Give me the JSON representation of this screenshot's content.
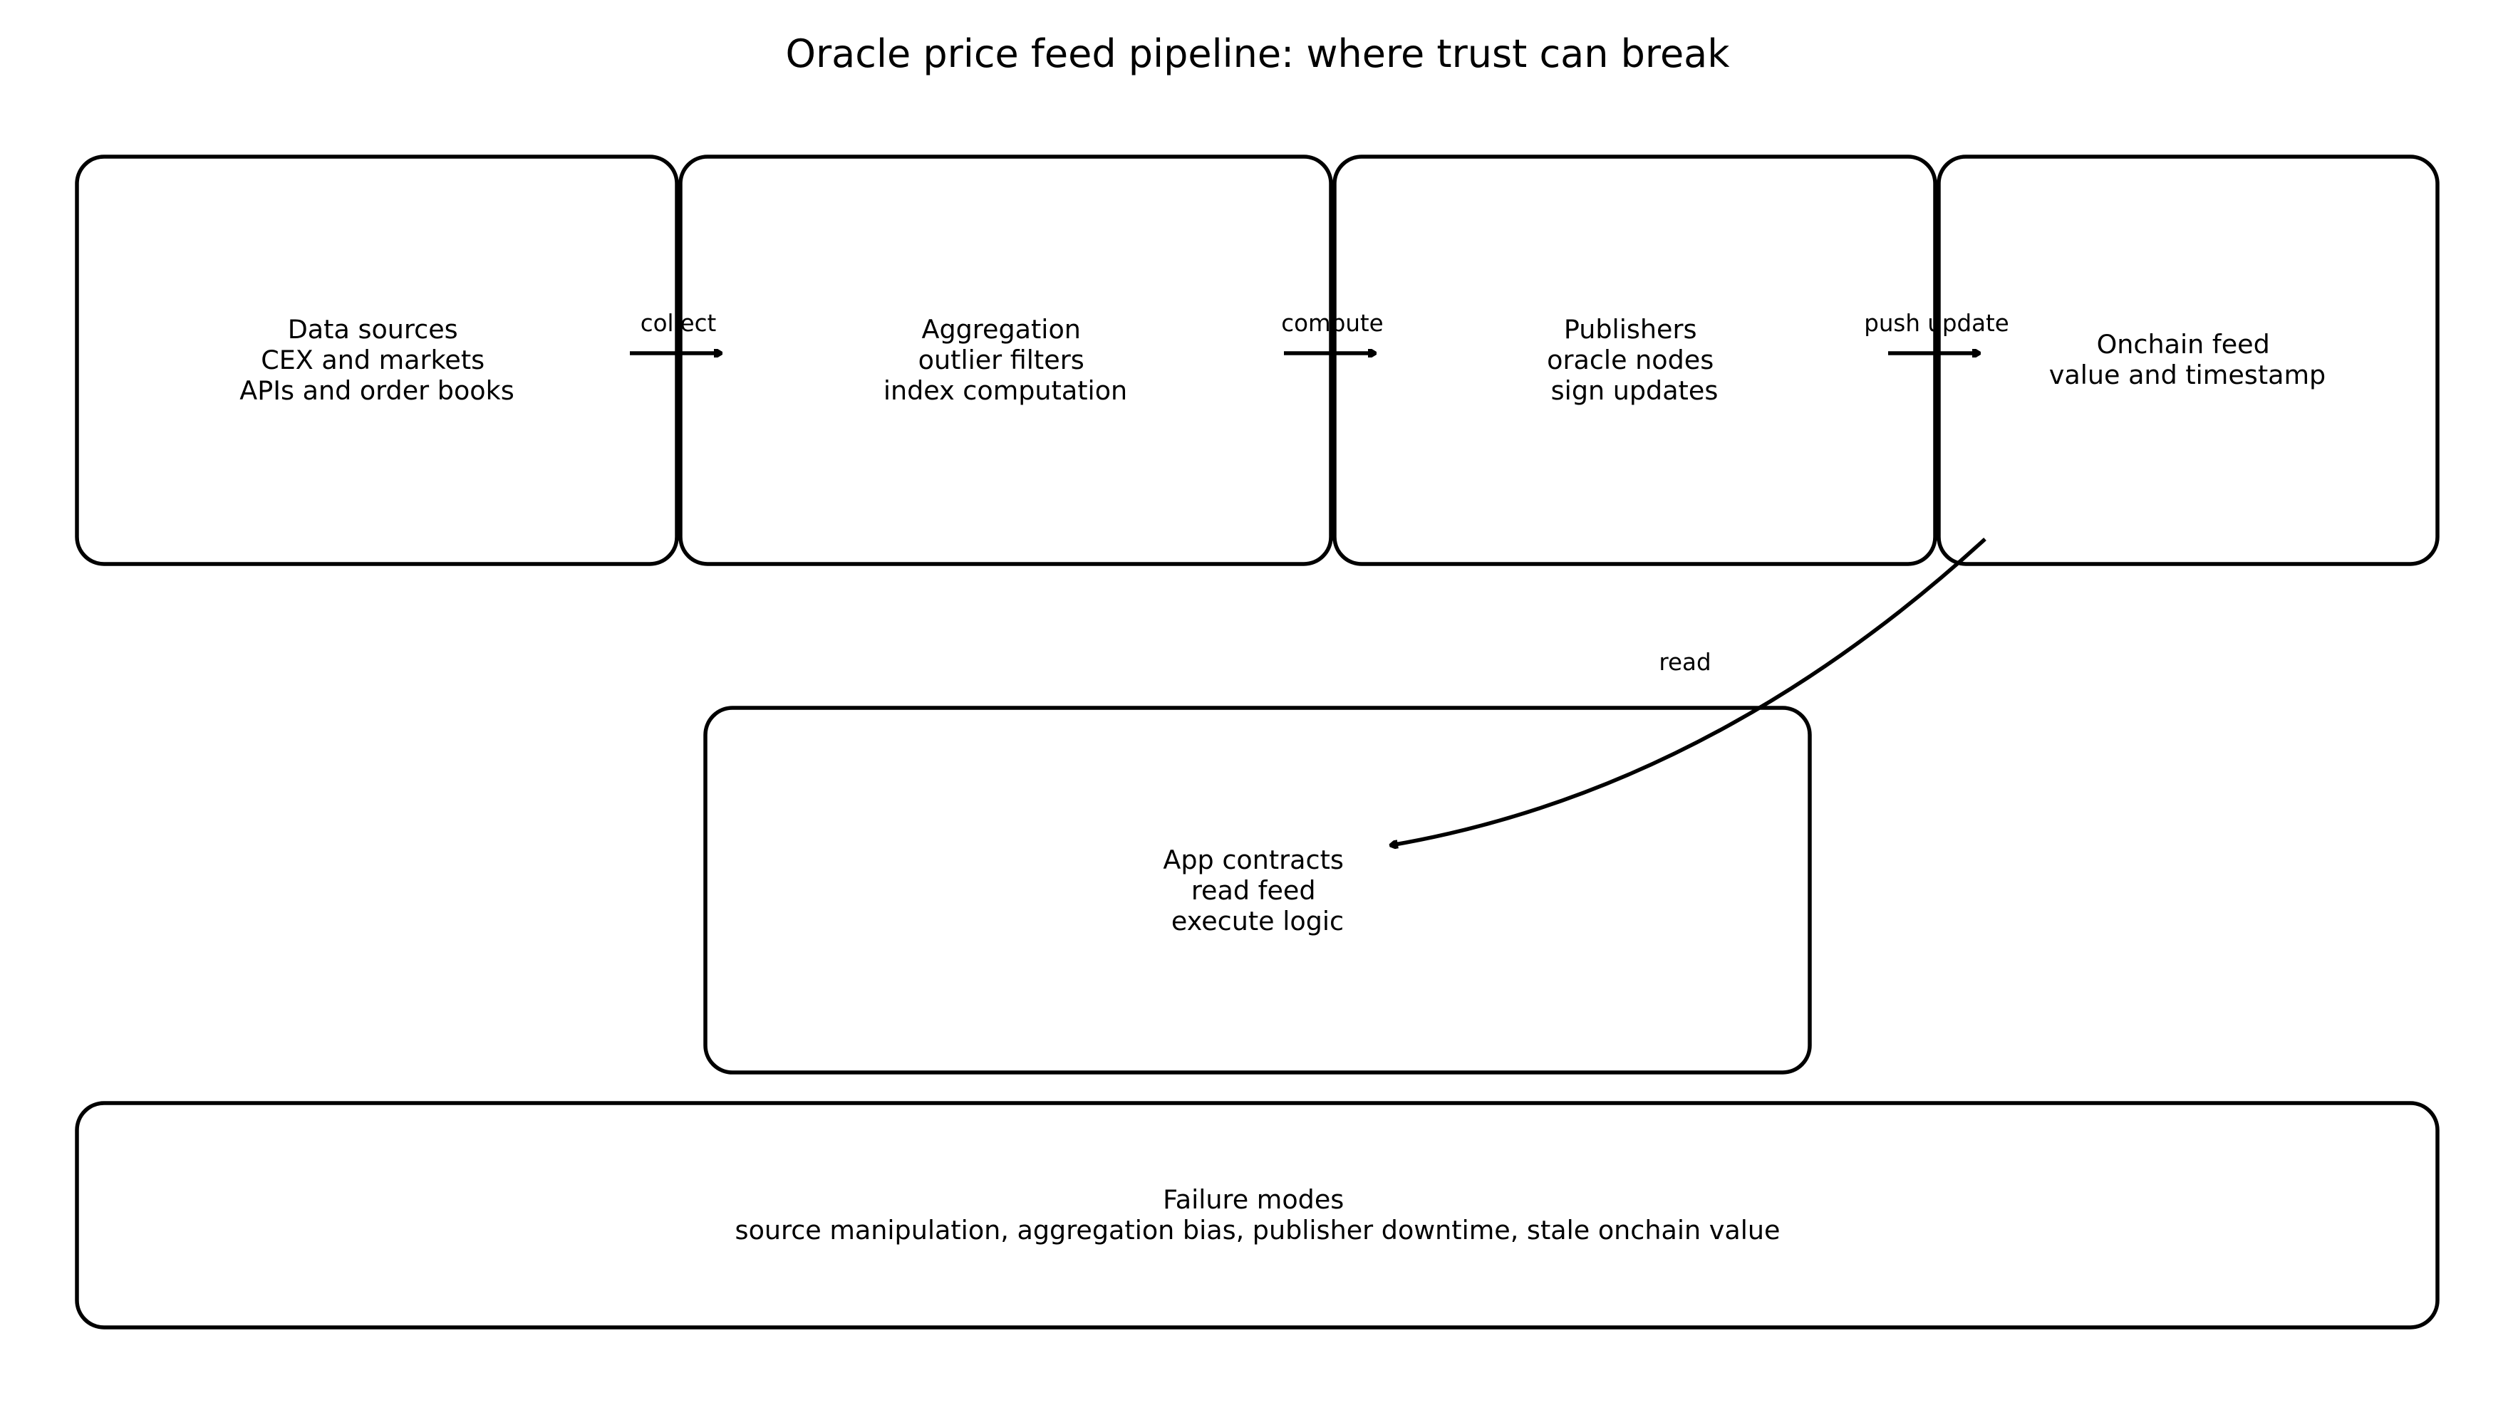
{
  "title": "Oracle price feed pipeline: where trust can break",
  "nodes": {
    "sources": [
      "Data sources",
      "CEX and markets",
      "APIs and order books"
    ],
    "aggregation": [
      "Aggregation",
      "outlier filters",
      "index computation"
    ],
    "publishers": [
      "Publishers",
      "oracle nodes",
      "sign updates"
    ],
    "onchain": [
      "Onchain feed",
      "value and timestamp"
    ],
    "apps": [
      "App contracts",
      "read feed",
      "execute logic"
    ],
    "failures": [
      "Failure modes",
      "source manipulation, aggregation bias, publisher downtime, stale onchain value"
    ]
  },
  "edges": {
    "collect": "collect",
    "compute": "compute",
    "push_update": "push update",
    "read": "read"
  },
  "colors": {
    "stroke": "#000000",
    "background": "#ffffff"
  }
}
